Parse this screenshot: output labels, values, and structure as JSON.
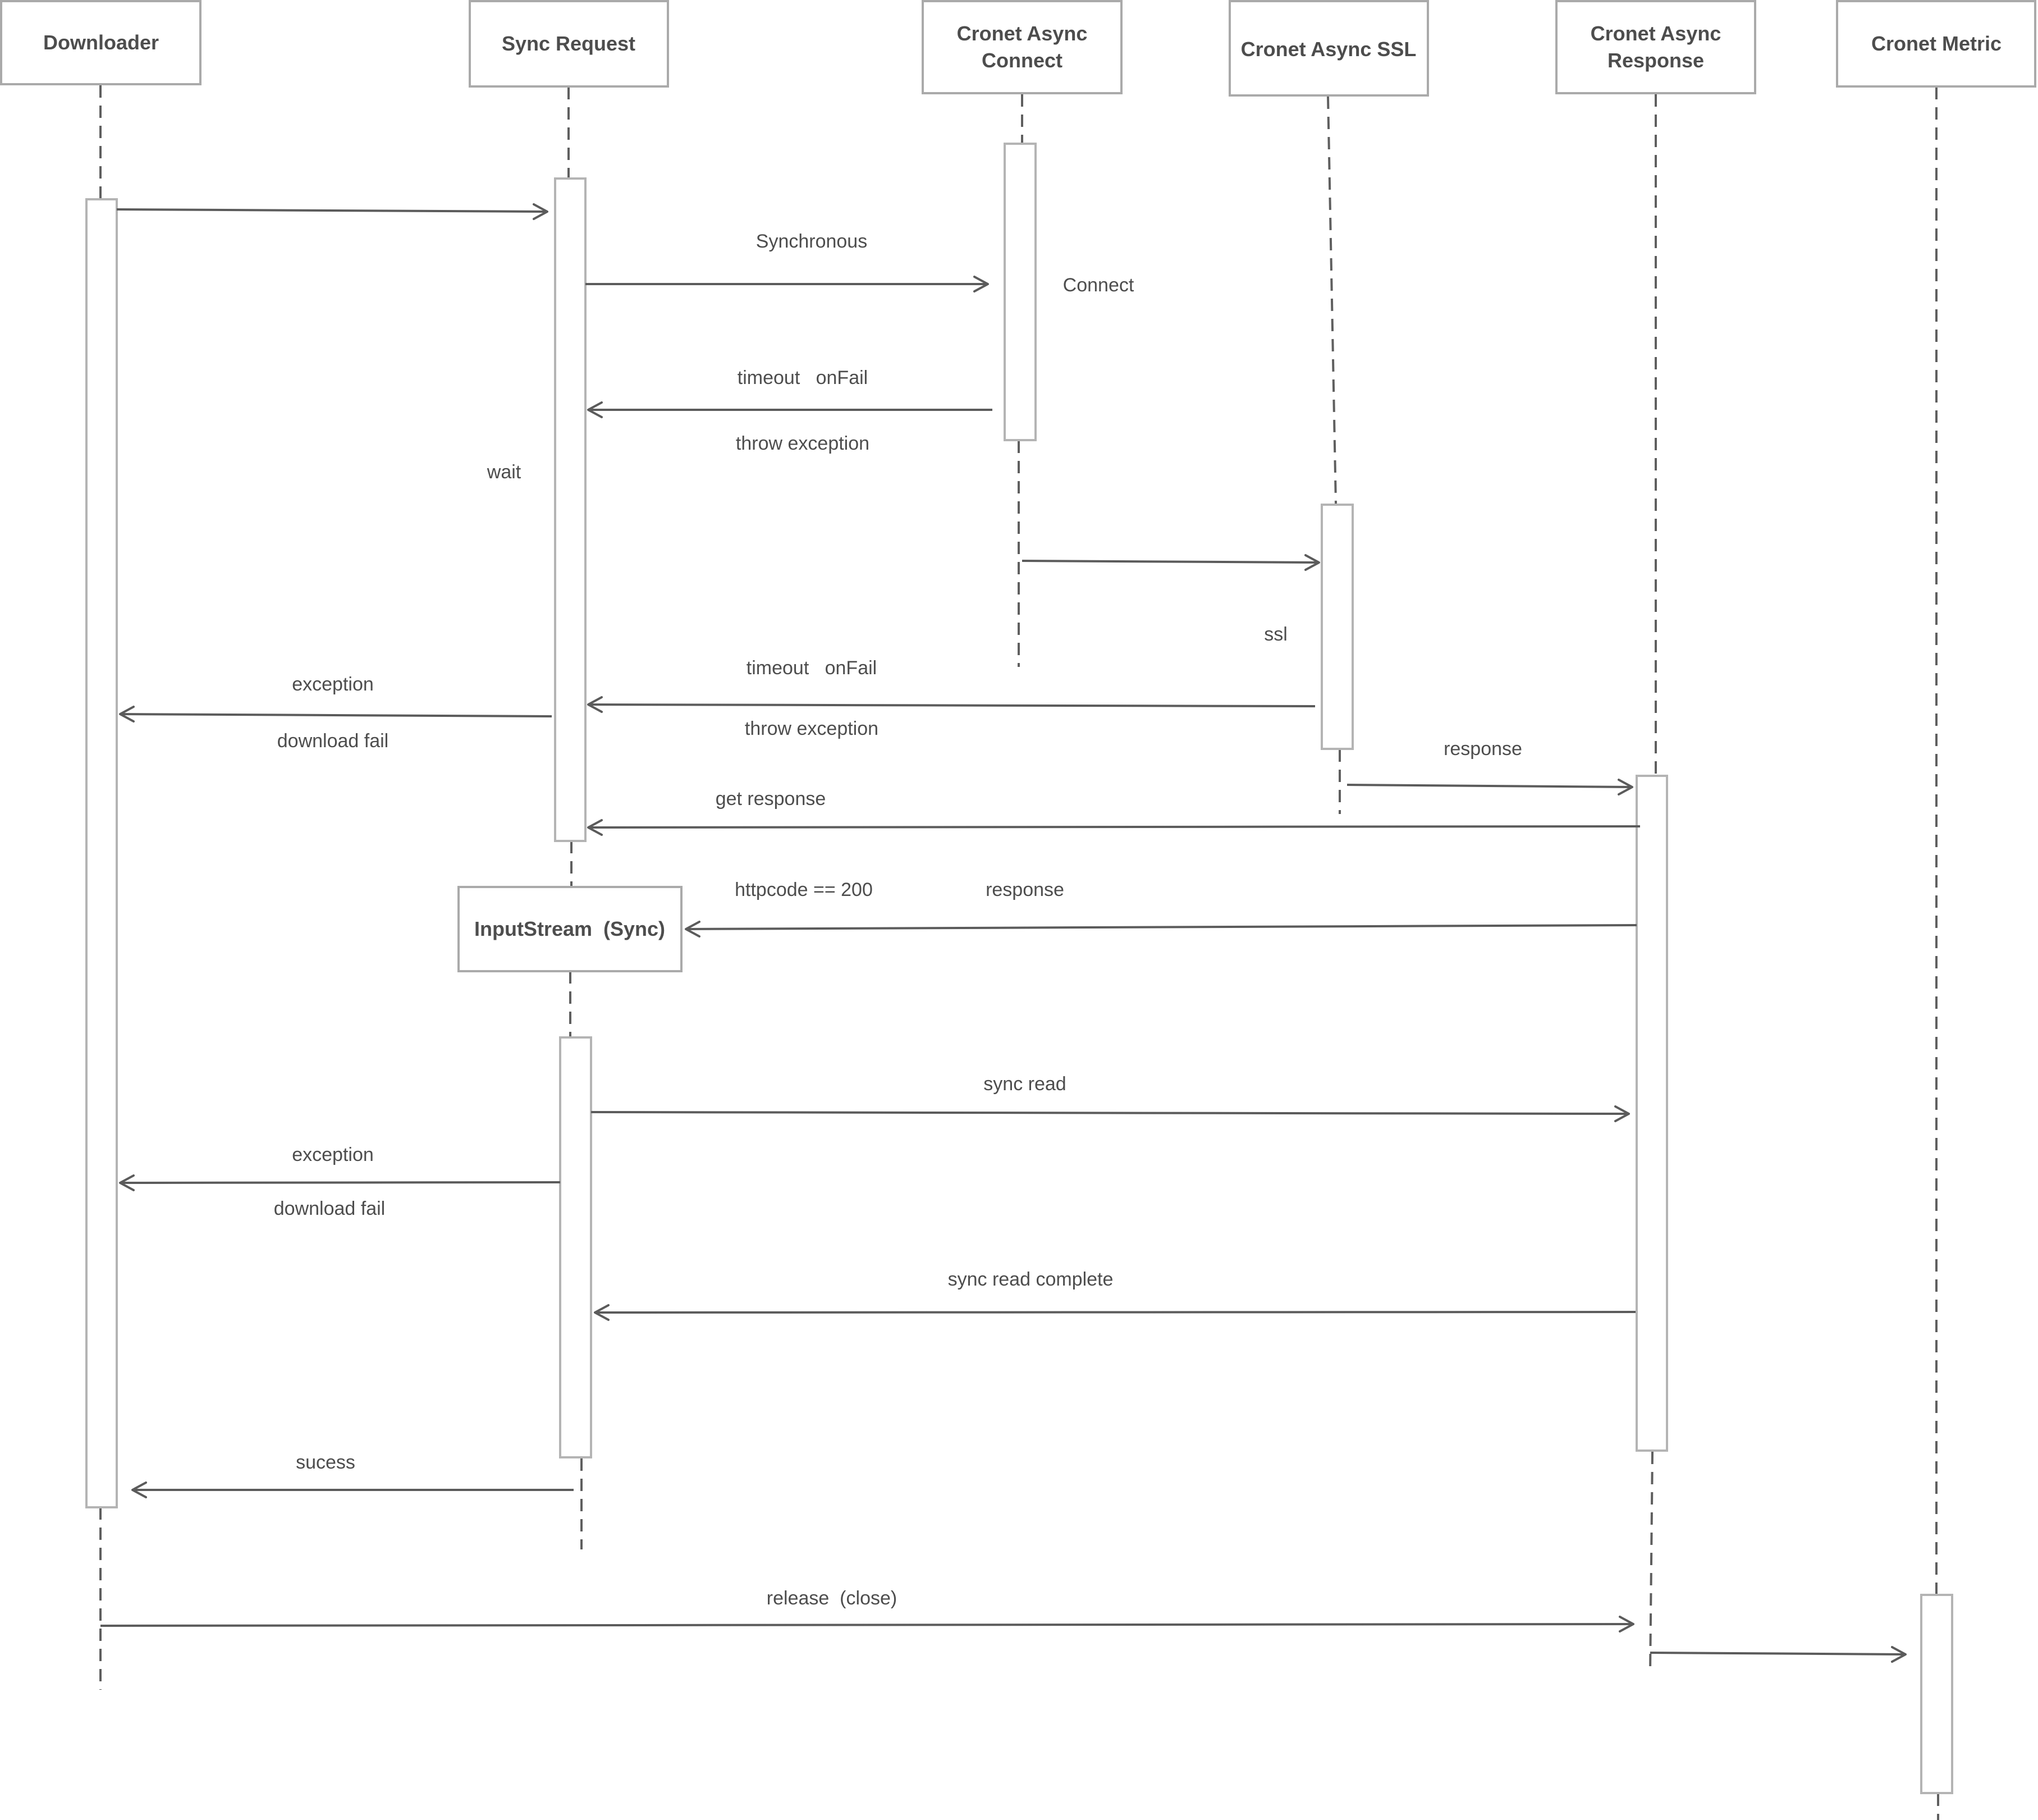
{
  "participants": [
    {
      "id": "downloader",
      "lines": [
        "Downloader"
      ]
    },
    {
      "id": "sync",
      "lines": [
        "Sync Request"
      ]
    },
    {
      "id": "connect",
      "lines": [
        "Cronet Async",
        "Connect"
      ]
    },
    {
      "id": "ssl",
      "lines": [
        "Cronet Async SSL"
      ]
    },
    {
      "id": "response",
      "lines": [
        "Cronet Async",
        "Response"
      ]
    },
    {
      "id": "metric",
      "lines": [
        "Cronet Metric"
      ]
    }
  ],
  "object_box": {
    "label": "InputStream  (Sync)"
  },
  "notes": {
    "wait": "wait",
    "connect": "Connect",
    "ssl": "ssl"
  },
  "labels": {
    "synchronous": "Synchronous",
    "timeout_onfail_1": "timeout   onFail",
    "throw_exception_1": "throw exception",
    "timeout_onfail_2": "timeout   onFail",
    "throw_exception_2": "throw exception",
    "exception_1": "exception",
    "download_fail_1": "download fail",
    "response_ssl": "response",
    "get_response": "get response",
    "httpcode": "httpcode == 200",
    "response_stream": "response",
    "sync_read": "sync read",
    "exception_2": "exception",
    "download_fail_2": "download fail",
    "sync_read_complete": "sync read complete",
    "sucess": "sucess",
    "release_close": "release  (close)"
  }
}
